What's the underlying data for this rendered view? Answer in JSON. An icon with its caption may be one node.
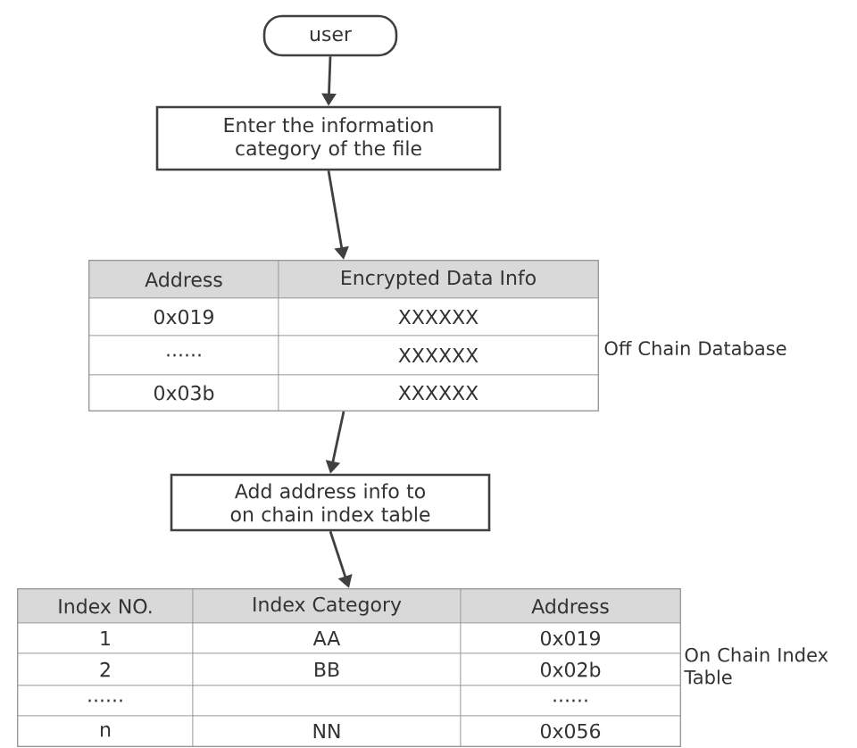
{
  "diagram": {
    "nodes": [
      {
        "text": [
          "user"
        ]
      },
      {
        "text": [
          "Enter the information category of the file"
        ]
      },
      {
        "text": [
          "Address",
          "Encrypted Data Info",
          "0x019",
          "XXXXXX",
          "......",
          "XXXXXX",
          "0x03b",
          "XXXXXX"
        ],
        "beside": [
          "Off Chain Database"
        ]
      },
      {
        "text": [
          "Add address info to on chain index table"
        ]
      },
      {
        "text": [
          "Index NO.",
          "Index Category",
          "Address",
          "1",
          "AA",
          "0x019",
          "2",
          "BB",
          "0x02b",
          "......",
          "......",
          "n",
          "NN",
          "0x056"
        ],
        "beside": [
          "On Chain Index Table"
        ]
      }
    ],
    "edges": [
      {
        "from": 0,
        "to": 1,
        "arrow": "to"
      },
      {
        "from": 1,
        "to": 2,
        "arrow": "to"
      },
      {
        "from": 2,
        "to": 3,
        "arrow": "to"
      },
      {
        "from": 3,
        "to": 4,
        "arrow": "to"
      }
    ]
  }
}
